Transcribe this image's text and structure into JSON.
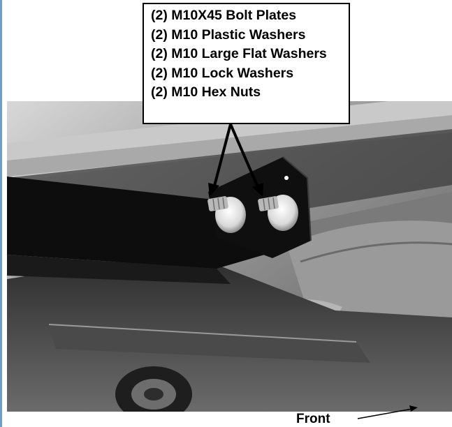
{
  "callout": {
    "lines": [
      "(2) M10X45 Bolt Plates",
      "(2) M10 Plastic Washers",
      "(2) M10 Large Flat Washers",
      "(2) M10 Lock Washers",
      "(2) M10 Hex Nuts"
    ]
  },
  "direction_label": "Front",
  "colors": {
    "accent_left_edge": "#6f9ecb",
    "text": "#000000",
    "bracket": "#0d0d0d"
  }
}
